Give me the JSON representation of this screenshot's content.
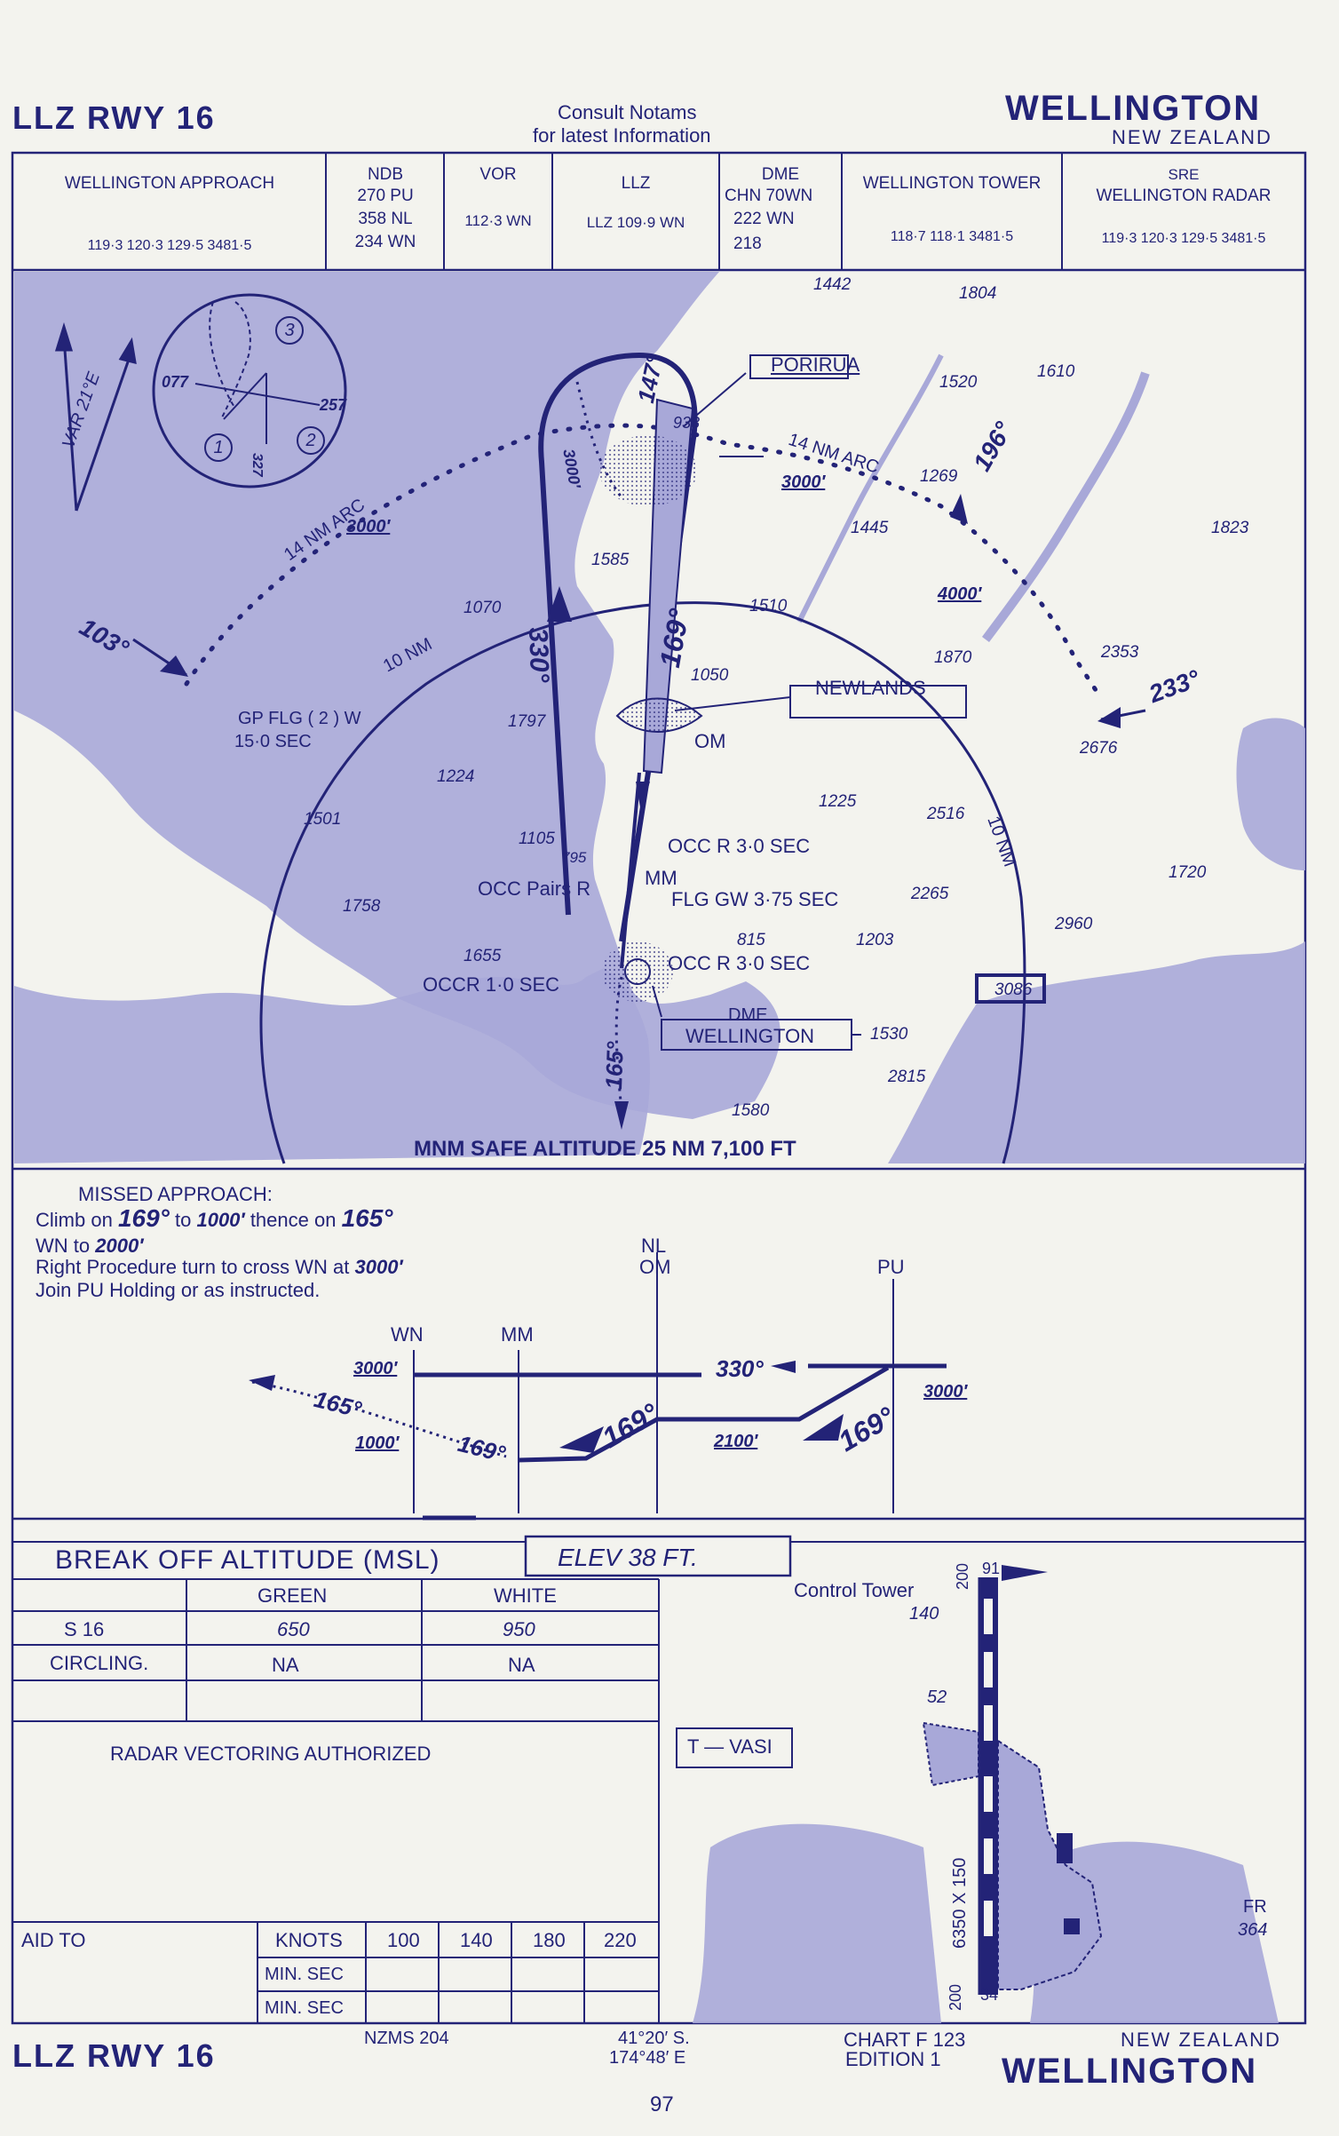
{
  "header": {
    "title_left": "LLZ RWY 16",
    "notams_1": "Consult   Notams",
    "notams_2": "for  latest  Information",
    "title_right": "WELLINGTON",
    "country": "NEW ZEALAND"
  },
  "freq_table": {
    "approach": {
      "label": "WELLINGTON APPROACH",
      "freqs": "119·3    120·3    129·5    3481·5"
    },
    "ndb": {
      "label": "NDB",
      "lines": [
        "270 PU",
        "358 NL",
        "234 WN"
      ]
    },
    "vor": {
      "label": "VOR",
      "freq": "112·3 WN"
    },
    "llz": {
      "label": "LLZ",
      "freq": "LLZ   109·9 WN"
    },
    "dme": {
      "label": "DME",
      "lines": [
        "CHN  70WN",
        "222        WN",
        "218"
      ]
    },
    "tower": {
      "label": "WELLINGTON TOWER",
      "freqs": "118·7    118·1    3481·5"
    },
    "sre": {
      "label_1": "SRE",
      "label_2": "WELLINGTON RADAR",
      "freqs": "119·3   120·3   129·5   3481·5"
    }
  },
  "plan": {
    "var": "VAR  21°E",
    "holding": {
      "c077": "077",
      "c257": "257",
      "c327": "327",
      "n1": "1",
      "n2": "2",
      "n3": "3"
    },
    "places": {
      "porirua": "PORIRUA",
      "newlands": "NEWLANDS",
      "dme_label": "DME",
      "wellington": "WELLINGTON"
    },
    "arc14_left": "14 NM ARC",
    "arc14_right": "14 NM ARC",
    "arc10_left": "10 NM",
    "arc10_right": "10 NM",
    "alt_3000_left": "3000′",
    "alt_3000_right": "3000′",
    "alt_3000_vert": "3000′",
    "alt_4000": "4000′",
    "crs_103": "103°",
    "crs_196": "196°",
    "crs_233": "233°",
    "crs_147": "147°",
    "crs_330": "330°",
    "crs_169": "169°",
    "crs_165": "165°",
    "om": "OM",
    "mm": "MM",
    "lights": {
      "gp_flg_1": "GP FLG ( 2 ) W",
      "gp_flg_2": "15·0 SEC",
      "occ_r_1": "OCC R 3·0 SEC",
      "occ_pairs": "OCC Pairs R",
      "flg_gw": "FLG   GW 3·75 SEC",
      "occr_1": "OCCR 1·0 SEC",
      "occ_r_2": "OCC R 3·0 SEC"
    },
    "spots": [
      "1442",
      "1804",
      "1520",
      "1610",
      "938",
      "1269",
      "1445",
      "1823",
      "1585",
      "1510",
      "1070",
      "1870",
      "2353",
      "1050",
      "1797",
      "2676",
      "1224",
      "1225",
      "2516",
      "1501",
      "1105",
      "795",
      "1720",
      "2265",
      "1758",
      "2960",
      "815",
      "1203",
      "1655",
      "3086",
      "1530",
      "2815",
      "1580"
    ],
    "msa": "MNM SAFE ALTITUDE 25 NM    7,100 FT"
  },
  "missed": {
    "title": "MISSED APPROACH:",
    "line1_a": "Climb on",
    "line1_b": "169°",
    "line1_c": "to",
    "line1_d": "1000′",
    "line1_e": "thence on",
    "line1_f": "165°",
    "line2_a": "WN  to",
    "line2_b": "2000′",
    "line3_a": "Right Procedure turn to cross WN at",
    "line3_b": "3000′",
    "line4": "Join PU Holding or as instructed."
  },
  "profile": {
    "nl": "NL",
    "om": "OM",
    "pu": "PU",
    "wn": "WN",
    "mm": "MM",
    "alt_3000_left": "3000′",
    "alt_3000_right": "3000′",
    "alt_1000": "1000′",
    "alt_2100": "2100′",
    "crs_330": "330°",
    "crs_165": "165°",
    "crs_169_low": "169°",
    "crs_169_mid": "169°",
    "crs_169_right": "169°"
  },
  "break_off": {
    "title": "BREAK  OFF  ALTITUDE     (MSL)",
    "elev": "ELEV           38 FT.",
    "col_green": "GREEN",
    "col_white": "WHITE",
    "rows": [
      {
        "label": "S    16",
        "green": "650",
        "white": "950"
      },
      {
        "label": "CIRCLING.",
        "green": "NA",
        "white": "NA"
      }
    ],
    "radar": "RADAR  VECTORING  AUTHORIZED"
  },
  "aid_table": {
    "aid_to": "AID TO",
    "knots": "KNOTS",
    "speeds": [
      "100",
      "140",
      "180",
      "220"
    ],
    "min_sec_1": "MIN. SEC",
    "min_sec_2": "MIN. SEC"
  },
  "airport": {
    "control_tower": "Control Tower",
    "tower_elev": "140",
    "obs_52": "52",
    "t_vasi": "T — VASI",
    "rwy_top_a": "200",
    "rwy_top_b": "91",
    "rwy_bottom_a": "200",
    "rwy_bottom_b": "34",
    "rwy_dims": "6350 X 150",
    "fr": "FR",
    "fr_elev": "364"
  },
  "footer": {
    "title_left": "LLZ  RWY 16",
    "nzms": "NZMS 204",
    "lat": "41°20′ S.",
    "lon": "174°48′ E",
    "chart": "CHART F 123",
    "edition": "EDITION  1",
    "country": "NEW  ZEALAND",
    "title_right": "WELLINGTON",
    "page": "97"
  },
  "colors": {
    "ink": "#232377",
    "paper": "#f3f3ee",
    "land": "#a8a8d8"
  }
}
